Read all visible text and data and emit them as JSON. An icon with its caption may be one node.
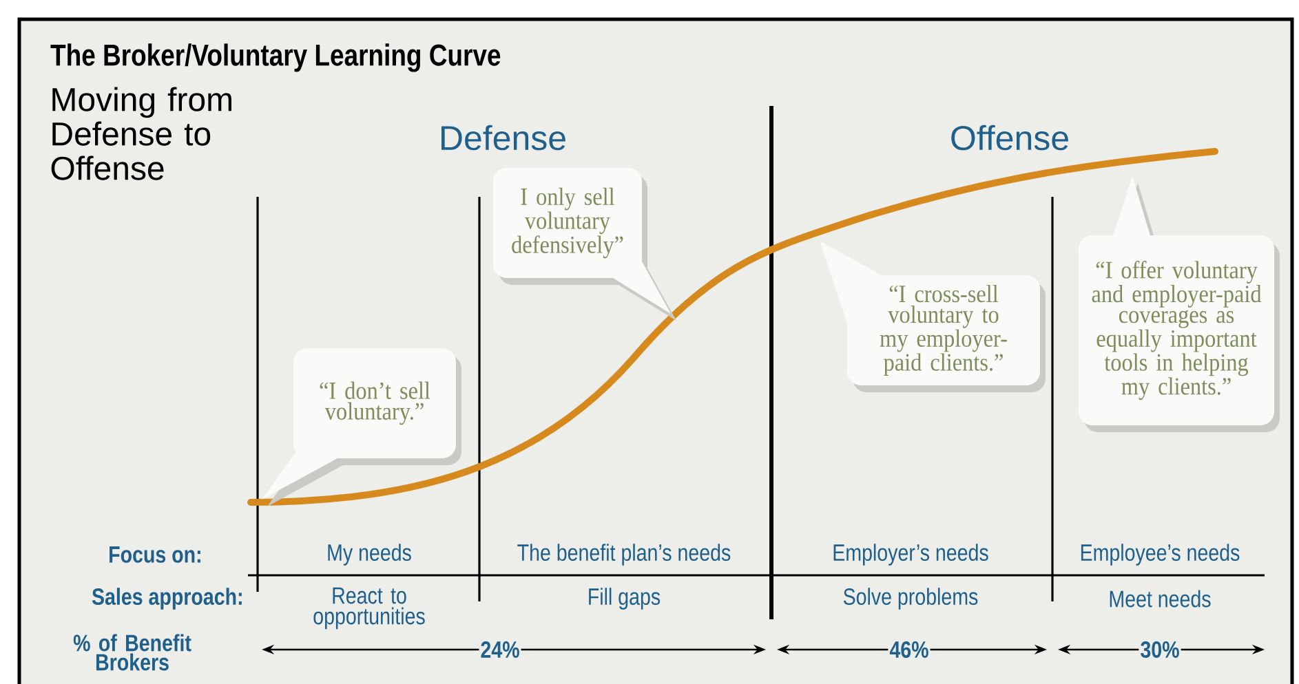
{
  "diagram": {
    "title": "The Broker/Voluntary Learning Curve",
    "nodes": [
      {
        "text": [
          "“I don’t sell voluntary.”"
        ]
      },
      {
        "text": [
          "I only sell voluntary defensively”"
        ]
      },
      {
        "text": [
          "“I cross-sell voluntary to my employer-paid clients.”"
        ]
      },
      {
        "text": [
          "“I offer voluntary and employer-paid coverages as equally important tools in helping my clients.”"
        ]
      }
    ],
    "edges": [],
    "labels": [
      "Moving from Defense to Offense",
      "Defense",
      "Offense",
      "Focus on:",
      "My needs",
      "The benefit plan’s needs",
      "Employer’s needs",
      "Employee’s needs",
      "Sales approach:",
      "React to opportunities",
      "Fill gaps",
      "Solve problems",
      "Meet needs",
      "% of Benefit Brokers",
      "24%",
      "46%",
      "30%"
    ]
  }
}
